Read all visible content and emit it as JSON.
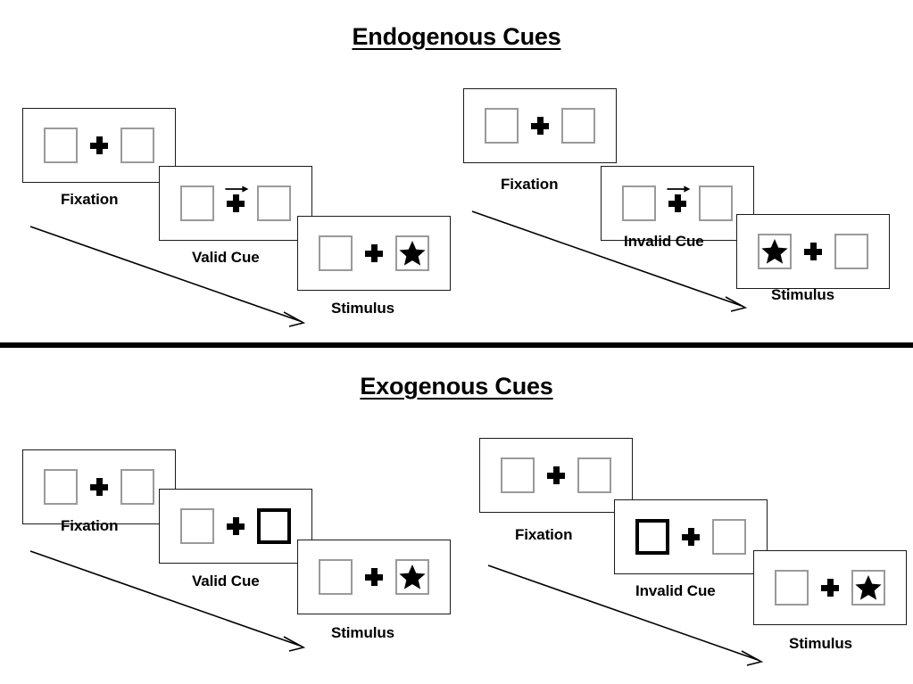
{
  "sections": [
    {
      "id": "endogenous",
      "title": "Endogenous Cues"
    },
    {
      "id": "exogenous",
      "title": "Exogenous Cues"
    }
  ],
  "labels": {
    "fixation": "Fixation",
    "valid_cue": "Valid Cue",
    "invalid_cue": "Invalid Cue",
    "stimulus": "Stimulus"
  },
  "colors": {
    "placeholder_border": "#9a9a9a",
    "frame_border": "#1a1a1a",
    "cue_highlight": "#000000",
    "stimulus_fill": "#000000",
    "divider": "#000000",
    "background": "#ffffff"
  },
  "icons": {
    "fixation_cross": "plus-icon",
    "endogenous_cue": "right-arrow-icon",
    "exogenous_cue": "thick-square-icon",
    "target": "star-icon",
    "time_flow": "diagonal-arrow-icon"
  },
  "sequences": [
    {
      "id": "endogenous-valid",
      "section": "endogenous",
      "cue_type": "arrow",
      "cue_direction": "right",
      "validity": "valid",
      "frames": [
        {
          "name": "fixation",
          "caption": "Fixation",
          "cue_side": "none",
          "target_side": "none"
        },
        {
          "name": "cue",
          "caption": "Valid Cue",
          "cue_side": "right",
          "target_side": "none"
        },
        {
          "name": "stimulus",
          "caption": "Stimulus",
          "cue_side": "none",
          "target_side": "right"
        }
      ]
    },
    {
      "id": "endogenous-invalid",
      "section": "endogenous",
      "cue_type": "arrow",
      "cue_direction": "right",
      "validity": "invalid",
      "frames": [
        {
          "name": "fixation",
          "caption": "Fixation",
          "cue_side": "none",
          "target_side": "none"
        },
        {
          "name": "cue",
          "caption": "Invalid Cue",
          "cue_side": "right",
          "target_side": "none"
        },
        {
          "name": "stimulus",
          "caption": "Stimulus",
          "cue_side": "none",
          "target_side": "left"
        }
      ]
    },
    {
      "id": "exogenous-valid",
      "section": "exogenous",
      "cue_type": "box",
      "cue_direction": "right",
      "validity": "valid",
      "frames": [
        {
          "name": "fixation",
          "caption": "Fixation",
          "cue_side": "none",
          "target_side": "none"
        },
        {
          "name": "cue",
          "caption": "Valid Cue",
          "cue_side": "right",
          "target_side": "none"
        },
        {
          "name": "stimulus",
          "caption": "Stimulus",
          "cue_side": "none",
          "target_side": "right"
        }
      ]
    },
    {
      "id": "exogenous-invalid",
      "section": "exogenous",
      "cue_type": "box",
      "cue_direction": "left",
      "validity": "invalid",
      "frames": [
        {
          "name": "fixation",
          "caption": "Fixation",
          "cue_side": "none",
          "target_side": "none"
        },
        {
          "name": "cue",
          "caption": "Invalid Cue",
          "cue_side": "left",
          "target_side": "none"
        },
        {
          "name": "stimulus",
          "caption": "Stimulus",
          "cue_side": "none",
          "target_side": "right"
        }
      ]
    }
  ]
}
